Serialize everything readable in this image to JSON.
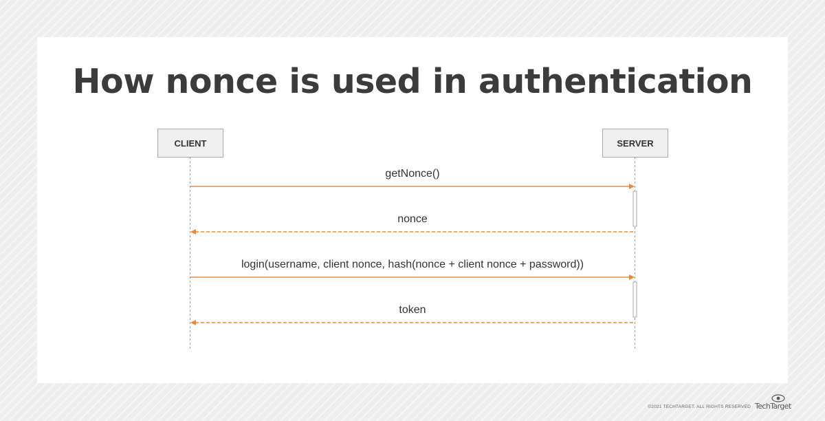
{
  "title": "How nonce is used in authentication",
  "actors": {
    "client": "CLIENT",
    "server": "SERVER"
  },
  "messages": [
    {
      "label": "getNonce()",
      "direction": "client-to-server",
      "style": "solid"
    },
    {
      "label": "nonce",
      "direction": "server-to-client",
      "style": "dashed"
    },
    {
      "label": "login(username, client nonce, hash(nonce + client nonce + password))",
      "direction": "client-to-server",
      "style": "solid"
    },
    {
      "label": "token",
      "direction": "server-to-client",
      "style": "dashed"
    }
  ],
  "colors": {
    "arrow": "#ee8a36",
    "title": "#3b3b3b",
    "lifeline": "#999999",
    "actor_fill": "#f0f0f0"
  },
  "footer": {
    "copyright": "©2021 TECHTARGET. ALL RIGHTS RESERVED",
    "logo_text": "TechTarget",
    "logo_icon": "eye-icon"
  }
}
